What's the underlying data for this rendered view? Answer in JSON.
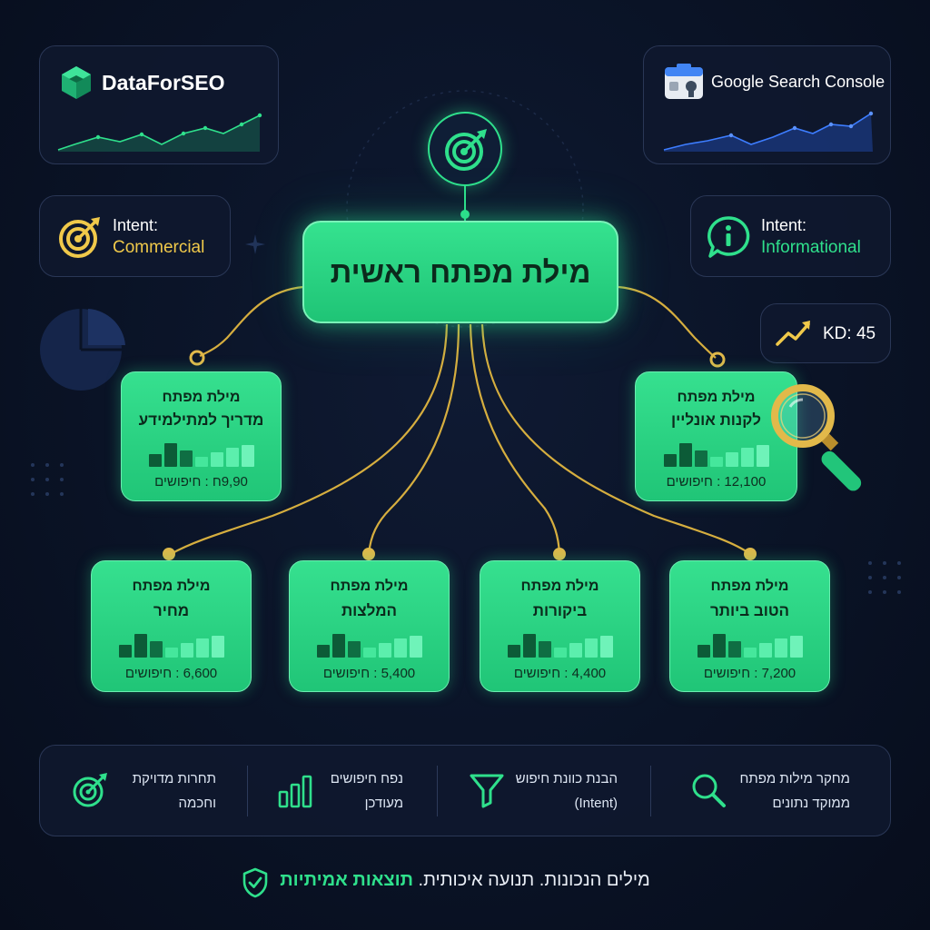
{
  "colors": {
    "background": "#0a1326",
    "accent_green": "#2fe08c",
    "gold": "#e0b84a",
    "panel_border": "#2a3756",
    "chart_blue": "#2f6bff"
  },
  "sources": {
    "dataforseo": {
      "name": "DataForSEO",
      "icon": "cube-logo-icon"
    },
    "gsc": {
      "name": "Google Search Console",
      "icon": "toolbox-logo-icon"
    }
  },
  "intents": {
    "commercial": {
      "line1": "Intent:",
      "line2": "Commercial",
      "icon": "target-icon",
      "color": "#f0c94a"
    },
    "informational": {
      "line1": "Intent:",
      "line2": "Informational",
      "icon": "info-chat-icon",
      "color": "#2fe08c"
    }
  },
  "kd": {
    "label": "KD: 45",
    "icon": "trend-up-icon"
  },
  "main_keyword": {
    "label": "מילת מפתח ראשית",
    "icon": "target-icon"
  },
  "keywords": [
    {
      "line1": "מילת מפתח",
      "line2": "מדריך למתילמידע",
      "volume": "9,90ח : חיפושים"
    },
    {
      "line1": "מילת מפתח",
      "line2": "לקנות אונליין",
      "volume": "12,100 : חיפושים"
    },
    {
      "line1": "מילת מפתח",
      "line2": "מחיר",
      "volume": "6,600 : חיפושים"
    },
    {
      "line1": "מילת מפתח",
      "line2": "המלצות",
      "volume": "5,400 : חיפושים"
    },
    {
      "line1": "מילת מפתח",
      "line2": "ביקורות",
      "volume": "4,400 : חיפושים"
    },
    {
      "line1": "מילת מפתח",
      "line2": "הטוב ביותר",
      "volume": "7,200 : חיפושים"
    }
  ],
  "features": [
    {
      "line1": "תחרות מדויקת",
      "line2": "וחכמה",
      "icon": "target-icon"
    },
    {
      "line1": "נפח חיפושים",
      "line2": "מעודכן",
      "icon": "bar-chart-icon"
    },
    {
      "line1": "הבנת כוונת חיפוש",
      "line2": "(Intent)",
      "icon": "funnel-icon"
    },
    {
      "line1": "מחקר מילות מפתח",
      "line2": "ממוקד נתונים",
      "icon": "search-icon"
    }
  ],
  "tagline": {
    "plain": "מילים הנכונות. תנועה איכותית. ",
    "accent": "תוצאות אמיתיות",
    "icon": "shield-check-icon"
  }
}
